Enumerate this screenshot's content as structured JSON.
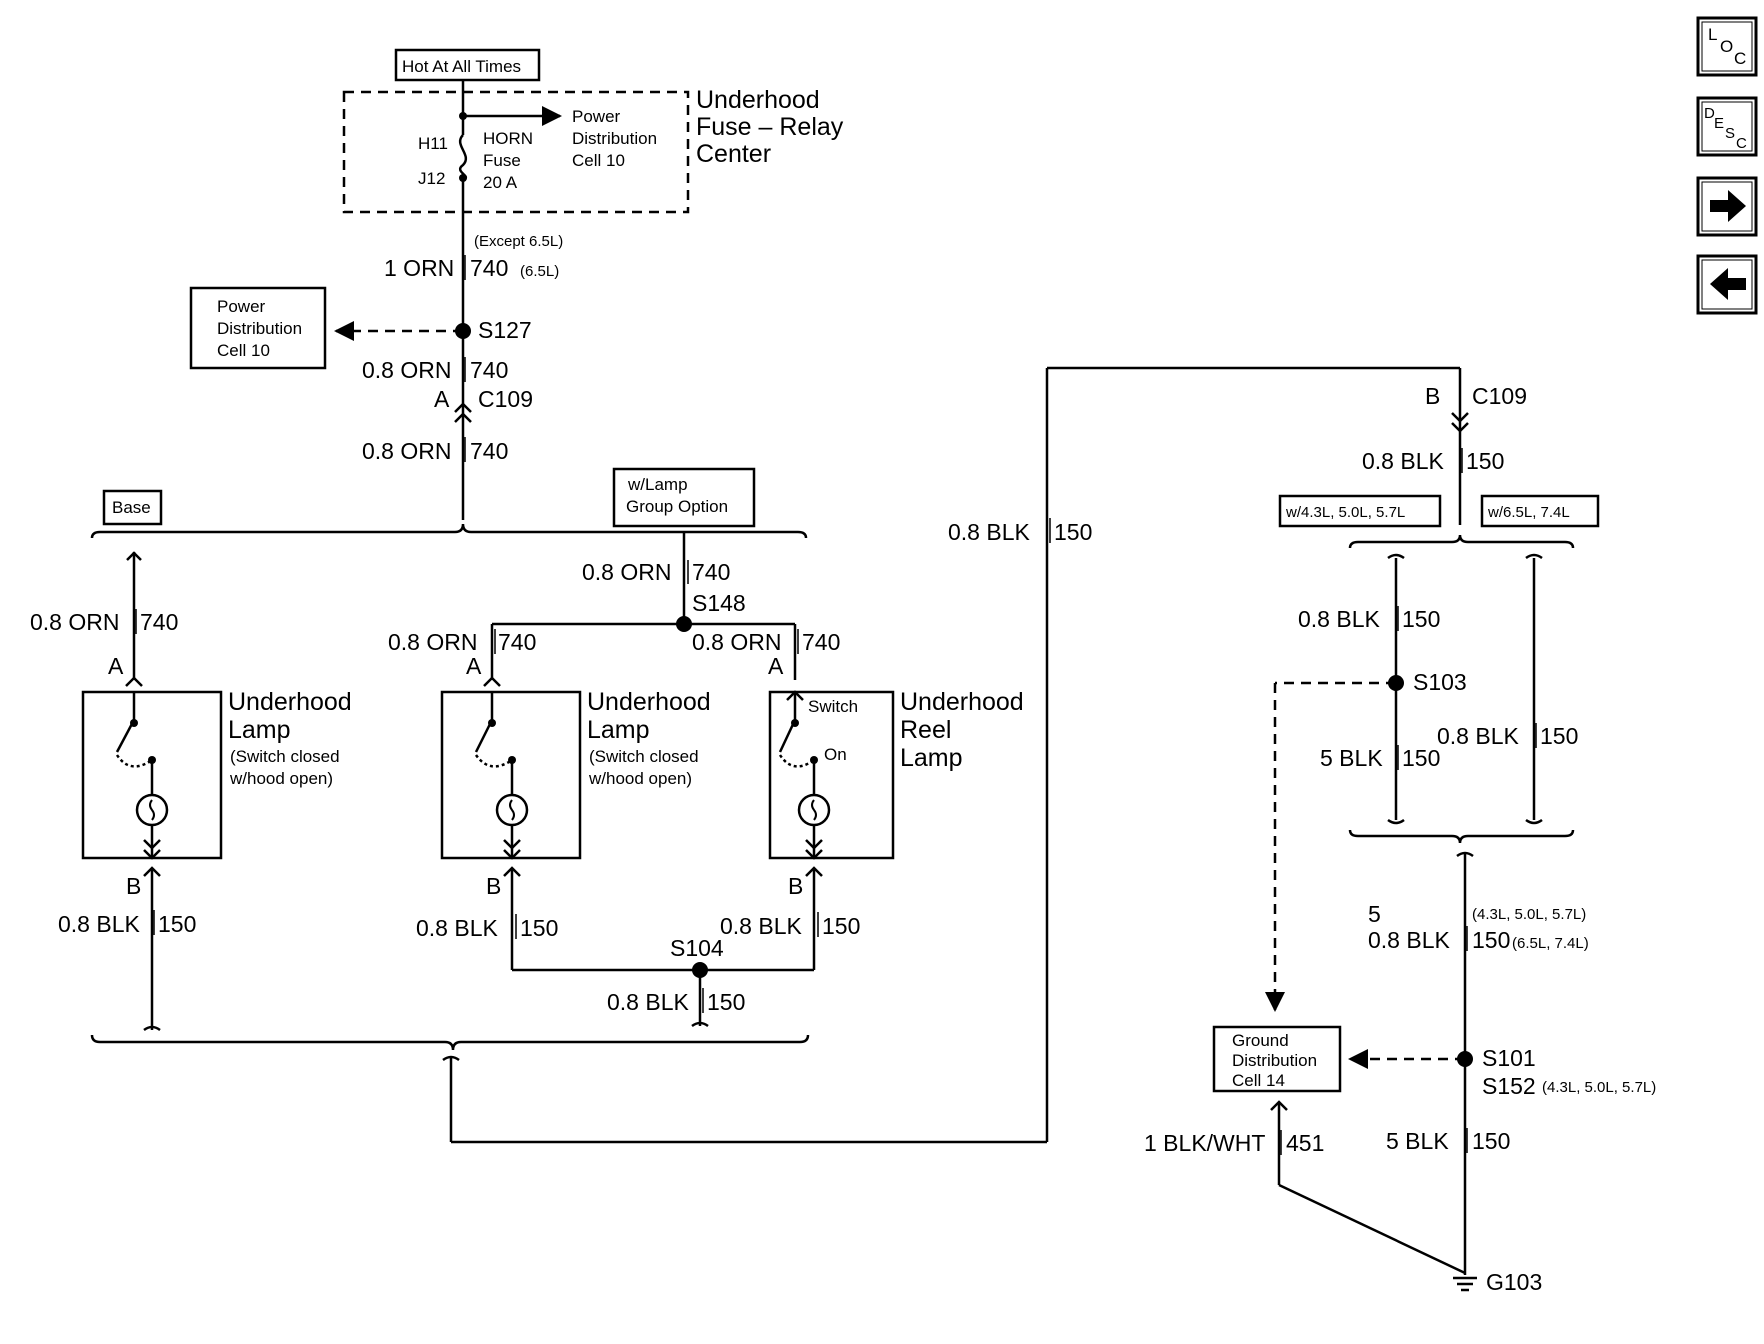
{
  "header": {
    "hot_label": "Hot At All Times",
    "fuse_center": [
      "Underhood",
      "Fuse – Relay",
      "Center"
    ],
    "power_dist_arrow": [
      "Power",
      "Distribution",
      "Cell 10"
    ],
    "fuse_pin_top": "H11",
    "fuse_pin_bottom": "J12",
    "fuse_name": [
      "HORN",
      "Fuse",
      "20 A"
    ]
  },
  "left_box_power": [
    "Power",
    "Distribution",
    "Cell 10"
  ],
  "wires": {
    "except65": "(Except 6.5L)",
    "w1_gauge": "1 ORN",
    "w1_circuit": "740",
    "w1_note": "(6.5L)",
    "w2_gauge": "0.8 ORN",
    "w2_circuit": "740",
    "w3_gauge": "0.8 ORN",
    "w3_circuit": "740",
    "s148_in_gauge": "0.8 ORN",
    "s148_in_circuit": "740",
    "base_gauge": "0.8 ORN",
    "base_circuit": "740",
    "mid_gauge": "0.8 ORN",
    "mid_circuit": "740",
    "reel_gauge": "0.8 ORN",
    "reel_circuit": "740",
    "base_blk_gauge": "0.8 BLK",
    "base_blk_circuit": "150",
    "mid_blk_gauge": "0.8 BLK",
    "mid_blk_circuit": "150",
    "reel_blk_gauge": "0.8 BLK",
    "reel_blk_circuit": "150",
    "s104_out_gauge": "0.8 BLK",
    "s104_out_circuit": "150",
    "long_gauge": "0.8 BLK",
    "long_circuit": "150",
    "c109b_gauge": "0.8 BLK",
    "c109b_circuit": "150",
    "r1_gauge": "0.8 BLK",
    "r1_circuit": "150",
    "r2_gauge": "5 BLK",
    "r2_circuit": "150",
    "r3_gauge": "0.8 BLK",
    "r3_circuit": "150",
    "r4_gauge_a": "5",
    "r4_note_a": "(4.3L, 5.0L, 5.7L)",
    "r4_gauge_b": "0.8 BLK",
    "r4_circuit": "150",
    "r4_note_b": "(6.5L, 7.4L)",
    "r5_gauge": "5 BLK",
    "r5_circuit": "150",
    "gnd_gauge": "1 BLK/WHT",
    "gnd_circuit": "451"
  },
  "splices": {
    "s127": "S127",
    "s148": "S148",
    "s104": "S104",
    "s103": "S103",
    "s101": "S101",
    "s152": "S152",
    "s152_note": "(4.3L, 5.0L, 5.7L)",
    "g103": "G103"
  },
  "connectors": {
    "c109": "C109",
    "pin_a": "A",
    "pin_b": "B"
  },
  "options": {
    "base": "Base",
    "lamp_group": [
      "w/Lamp",
      "Group Option"
    ],
    "w43": "w/4.3L, 5.0L, 5.7L",
    "w65": "w/6.5L, 7.4L"
  },
  "components": {
    "underhood_lamp": [
      "Underhood",
      "Lamp"
    ],
    "switch_closed": [
      "(Switch closed",
      "w/hood open)"
    ],
    "reel_lamp": [
      "Underhood",
      "Reel",
      "Lamp"
    ],
    "switch_label": "Switch",
    "on_label": "On"
  },
  "ground_box": [
    "Ground",
    "Distribution",
    "Cell 14"
  ],
  "nav": {
    "loc": [
      "L",
      "O",
      "C"
    ],
    "desc": [
      "D",
      "E",
      "S",
      "C"
    ],
    "next": "→",
    "prev": "←"
  }
}
